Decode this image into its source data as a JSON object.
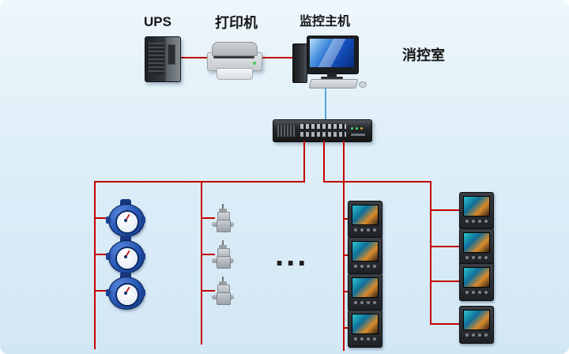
{
  "labels": {
    "ups": "UPS",
    "printer": "打印机",
    "monitoring_host": "监控主机",
    "fire_control_room": "消控室",
    "ellipsis": "..."
  },
  "colors": {
    "background_top": "#edf6fb",
    "background_bottom": "#d2e7f4",
    "red_line": "#c40000",
    "blue_line": "#58a7da"
  },
  "devices": {
    "water_meter_count": 3,
    "flow_switch_count": 3,
    "power_meter_left_count": 4,
    "power_meter_right_count": 4
  }
}
